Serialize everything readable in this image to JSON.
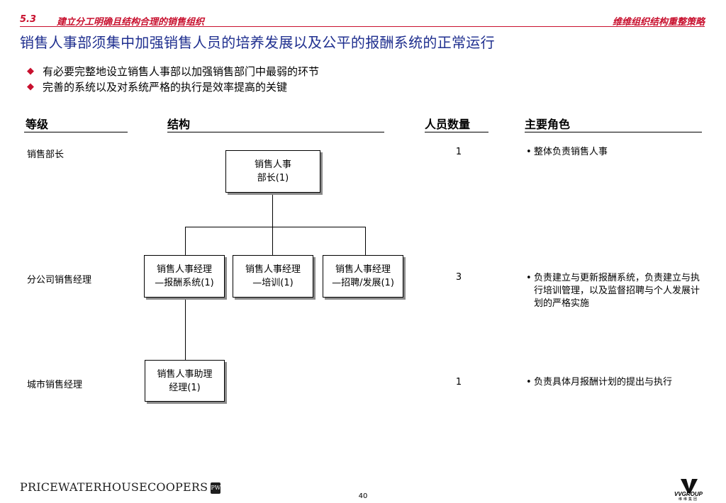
{
  "header": {
    "section_number": "5.3",
    "section_title": "建立分工明确且结构合理的销售组织",
    "right_title": "维维组织结构重整策略"
  },
  "title": "销售人事部须集中加强销售人员的培养发展以及公平的报酬系统的正常运行",
  "bullets": [
    "有必要完整地设立销售人事部以加强销售部门中最弱的环节",
    "完善的系统以及对系统严格的执行是效率提高的关键"
  ],
  "columns": {
    "level": "等级",
    "structure": "结构",
    "headcount": "人员数量",
    "role": "主要角色"
  },
  "rows": [
    {
      "level": "销售部长",
      "count": "1",
      "role": "整体负责销售人事"
    },
    {
      "level": "分公司销售经理",
      "count": "3",
      "role": "负责建立与更新报酬系统，负责建立与执行培训管理，以及监督招聘与个人发展计划的严格实施"
    },
    {
      "level": "城市销售经理",
      "count": "1",
      "role": "负责具体月报酬计划的提出与执行"
    }
  ],
  "org": {
    "top": [
      "销售人事",
      "部长(1)"
    ],
    "mid": [
      [
        "销售人事经理",
        "—报酬系统(1)"
      ],
      [
        "销售人事经理",
        "—培训(1)"
      ],
      [
        "销售人事经理",
        "—招聘/发展(1)"
      ]
    ],
    "bottom": [
      "销售人事助理",
      "经理(1)"
    ]
  },
  "footer": {
    "pwc_logo_text": "PRICEWATERHOUSECOOPERS",
    "pwc_badge": "PW",
    "page_number": "40",
    "vv_logo_text": "VVGROUP",
    "vv_sub_text": "维维集团"
  },
  "colors": {
    "accent_red": "#c8102e",
    "title_blue": "#1f2f8f"
  }
}
